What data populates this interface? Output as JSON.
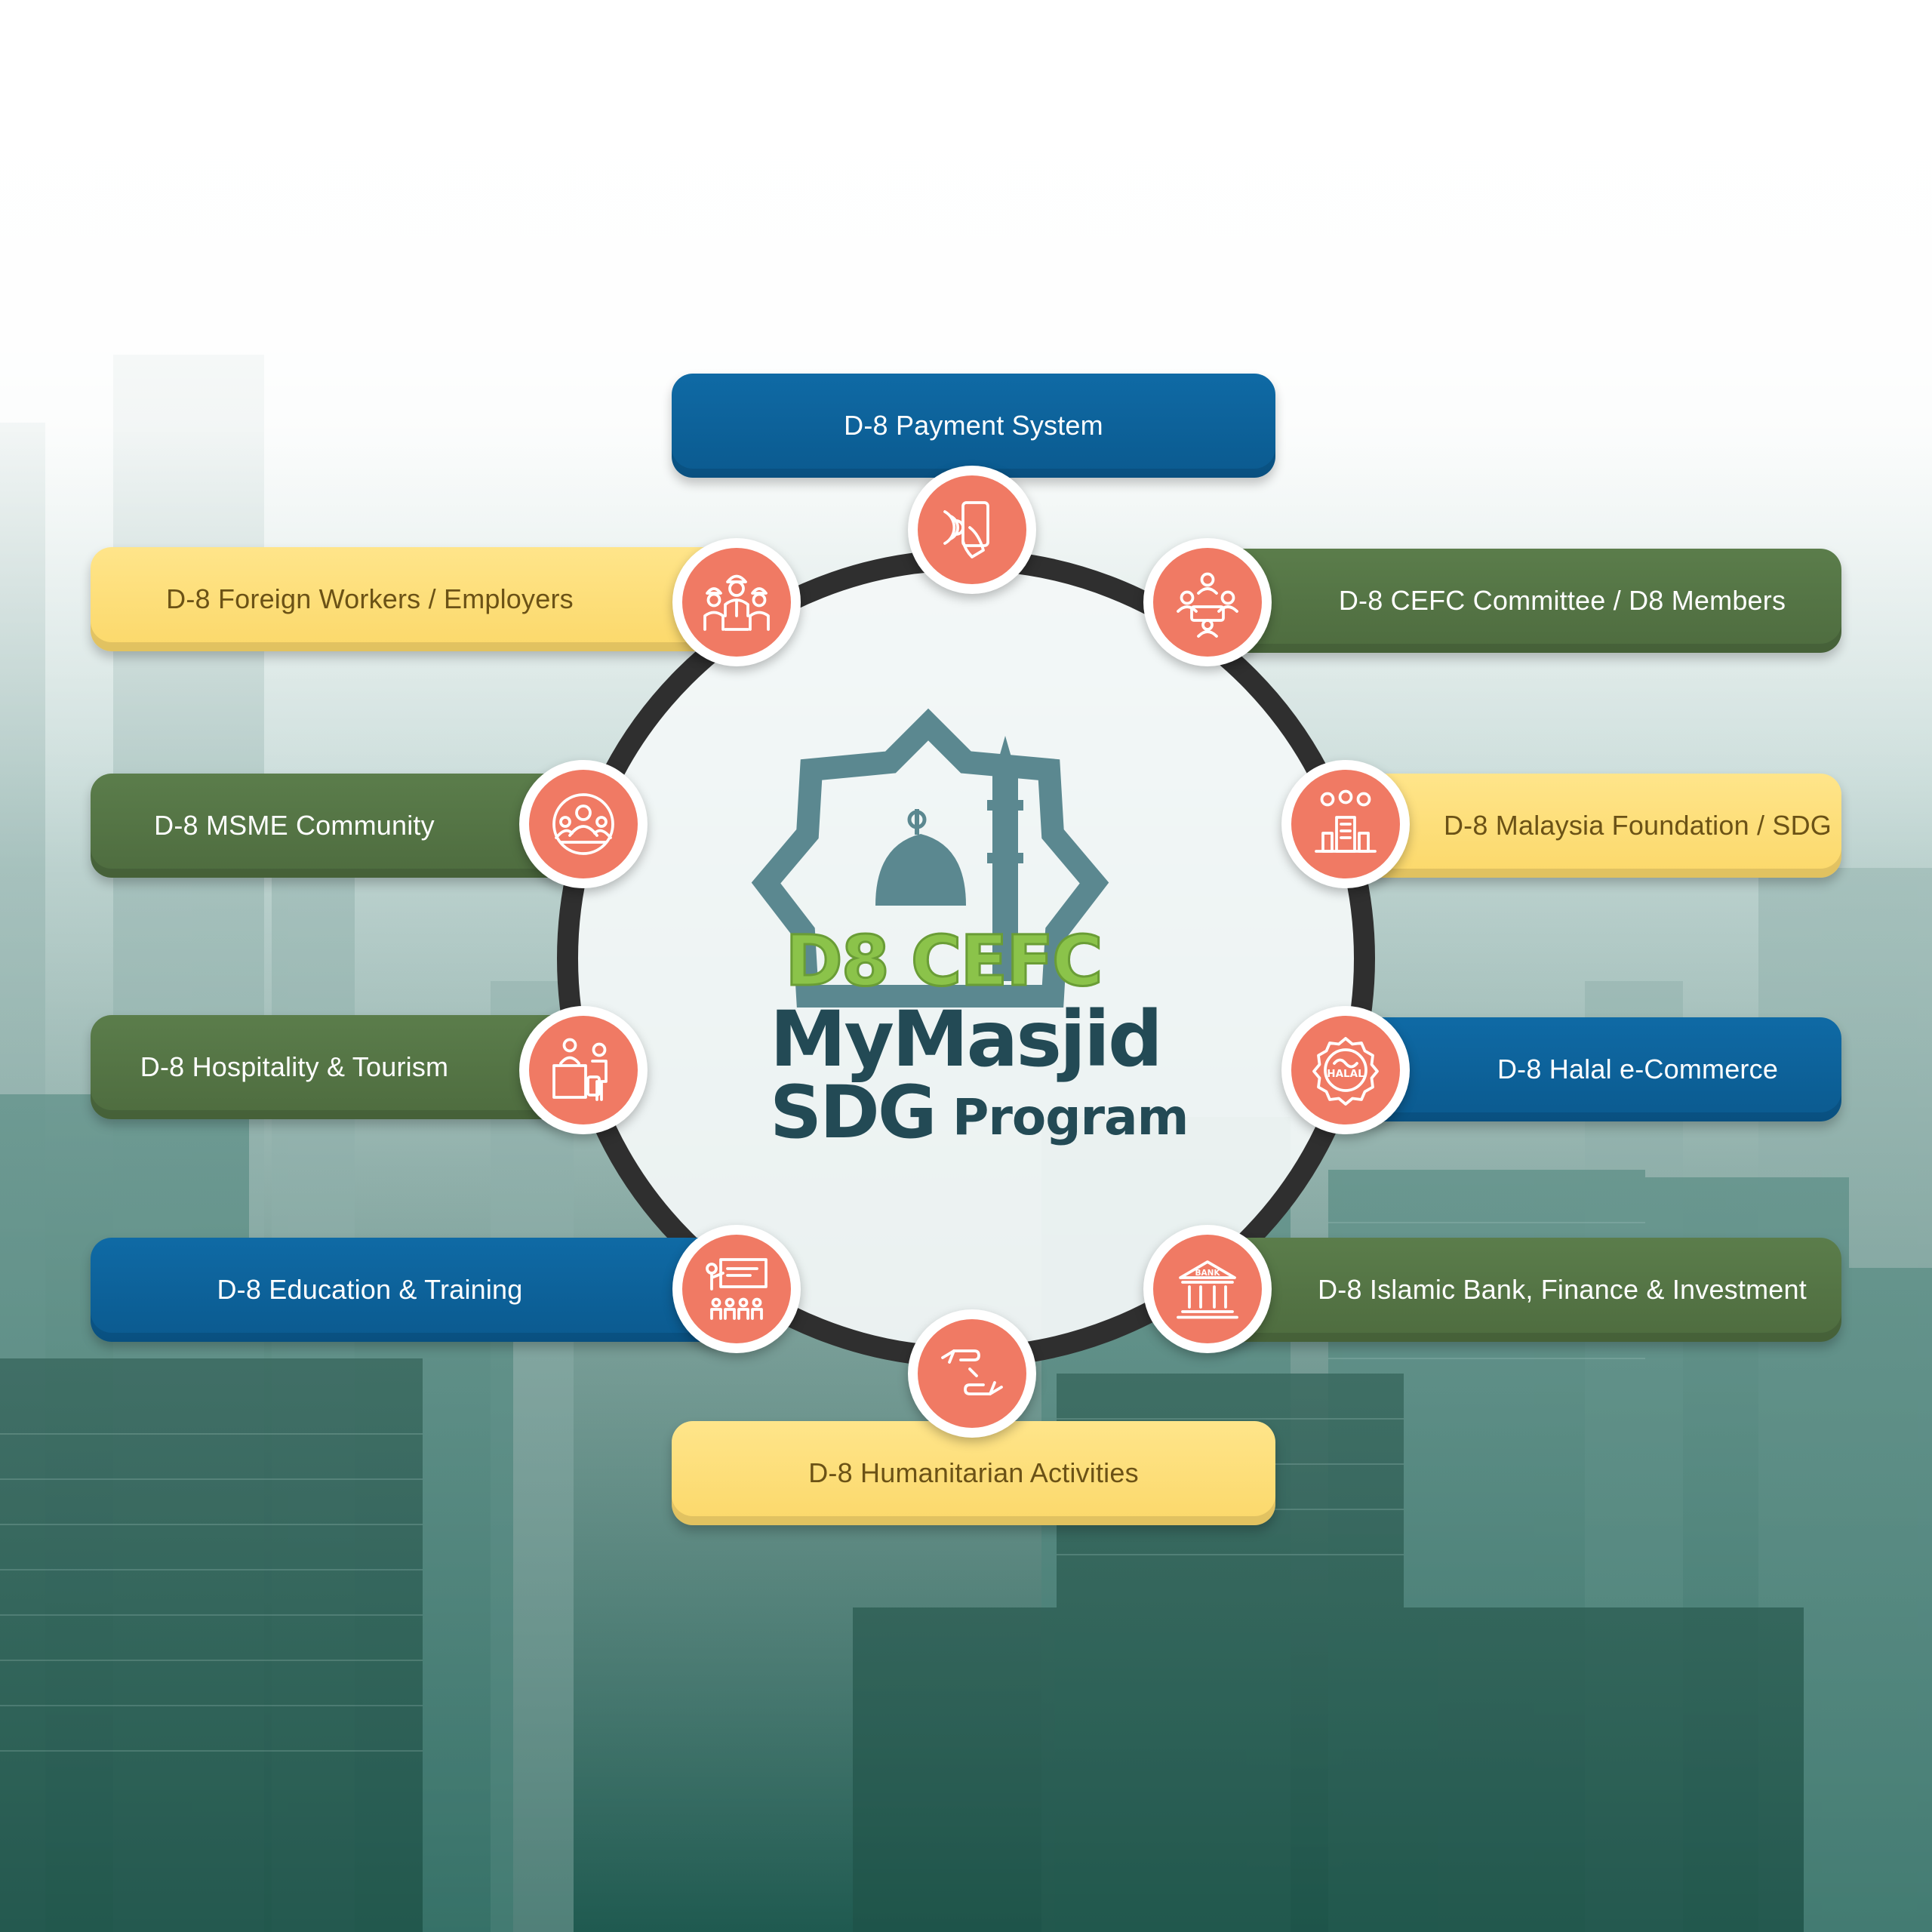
{
  "colors": {
    "blue_box": "#0f6aa5",
    "green_box": "#56774a",
    "yellow_box": "#fde07c",
    "icon_circle": "#f07a64",
    "ring": "#2f2f2f",
    "brand_green": "#8bc34a",
    "brand_dark": "#234a55"
  },
  "center_logo": {
    "line1": "D8 CEFC",
    "line2": "MyMasjid",
    "line3_big": "SDG",
    "line3_small": "Program",
    "icon": "mosque-star-icon"
  },
  "nodes": [
    {
      "label": "D-8 Payment System",
      "icon": "contactless-phone-payment-icon"
    },
    {
      "label": "D-8 CEFC Committee / D8 Members",
      "icon": "committee-meeting-icon"
    },
    {
      "label": "D-8 Malaysia Foundation / SDG",
      "icon": "foundation-building-people-icon"
    },
    {
      "label": "D-8 Halal e-Commerce",
      "icon": "halal-seal-icon"
    },
    {
      "label": "D-8 Islamic Bank, Finance & Investment",
      "icon": "bank-building-icon"
    },
    {
      "label": "D-8 Humanitarian Activities",
      "icon": "helping-hands-icon"
    },
    {
      "label": "D-8 Education & Training",
      "icon": "classroom-presentation-icon"
    },
    {
      "label": "D-8 Hospitality & Tourism",
      "icon": "hotel-reception-traveler-icon"
    },
    {
      "label": "D-8 MSME Community",
      "icon": "community-group-icon"
    },
    {
      "label": "D-8 Foreign Workers / Employers",
      "icon": "workers-hardhat-icon"
    }
  ]
}
